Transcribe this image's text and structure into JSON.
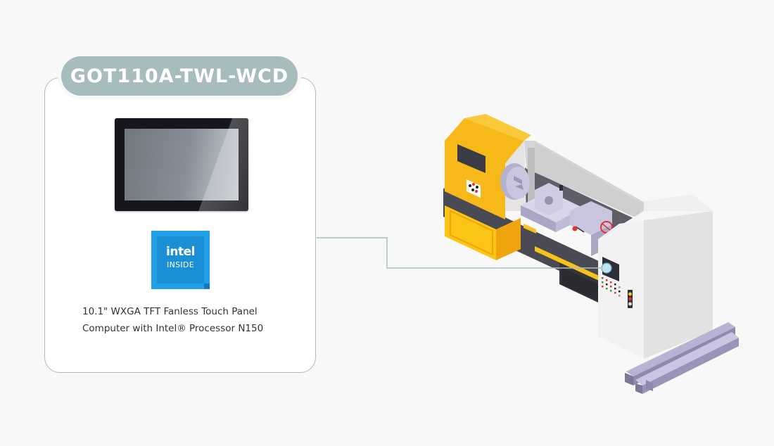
{
  "product": {
    "model": "GOT110A-TWL-WCD",
    "description_line1": "10.1\" WXGA TFT Fanless Touch Panel",
    "description_line2": "Computer with Intel® Processor N150",
    "badge": {
      "line1": "intel",
      "line2": "INSIDE"
    }
  },
  "illustration": {
    "subject": "industrial lathe machine with control cabinet",
    "connector_target": "control-panel-display"
  },
  "colors": {
    "background": "#f8f8f8",
    "card_border": "#a9bfbf",
    "pill": "#a7bcbc",
    "intel_blue": "#20a0e6",
    "machine_yellow": "#f7b91a",
    "machine_dark": "#3a3a44",
    "cabinet": "#ececec"
  }
}
